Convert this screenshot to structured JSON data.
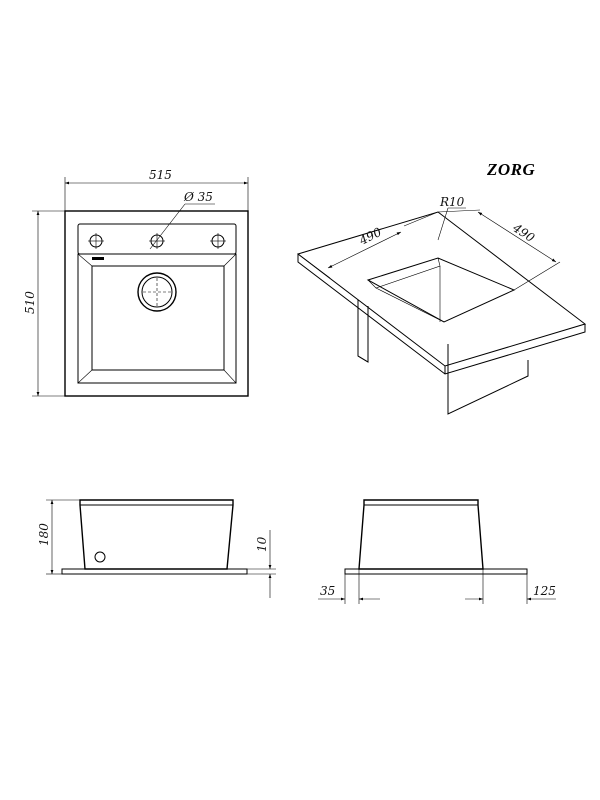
{
  "brand": "ZORG",
  "top_view": {
    "width_label": "515",
    "height_label": "510",
    "hole_label": "Ø 35"
  },
  "iso_view": {
    "left_label": "490",
    "right_label": "490",
    "radius_label": "R10"
  },
  "side_view": {
    "height_label": "180",
    "rim_label": "10"
  },
  "front_view": {
    "left_offset_label": "35",
    "right_offset_label": "125"
  }
}
